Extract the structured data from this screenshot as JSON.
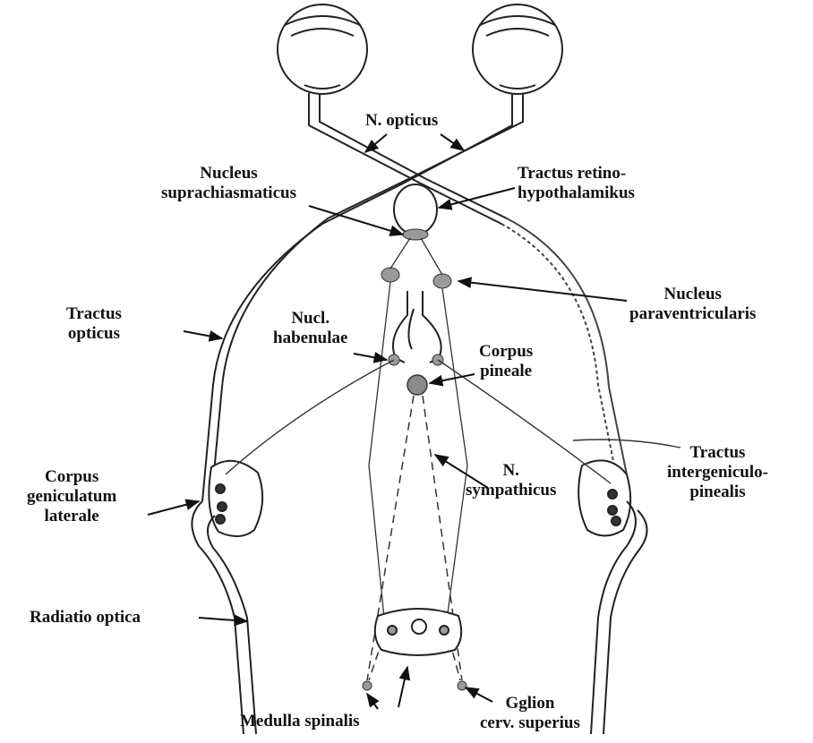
{
  "labels": {
    "n_opticus": "N. opticus",
    "nucleus_suprachiasmaticus": [
      "Nucleus",
      "suprachiasmaticus"
    ],
    "tractus_retinohypothalamikus": [
      "Tractus retino-",
      "hypothalamikus"
    ],
    "nucleus_paraventricularis": [
      "Nucleus",
      "paraventricularis"
    ],
    "tractus_opticus": [
      "Tractus",
      "opticus"
    ],
    "nucl_habenulae": [
      "Nucl.",
      "habenulae"
    ],
    "corpus_pineale": [
      "Corpus",
      "pineale"
    ],
    "tractus_intergeniculopinealis": [
      "Tractus",
      "intergeniculo-",
      "pinealis"
    ],
    "corpus_geniculatum_laterale": [
      "Corpus",
      "geniculatum",
      "laterale"
    ],
    "n_sympathicus": [
      "N.",
      "sympathicus"
    ],
    "radiatio_optica": "Radiatio optica",
    "medulla_spinalis": "Medulla spinalis",
    "gglion_cerv_superius": [
      "Gglion",
      "cerv. superius"
    ]
  },
  "colors": {
    "ink": "#111111",
    "nucleus_fill": "#9a9a9a"
  }
}
